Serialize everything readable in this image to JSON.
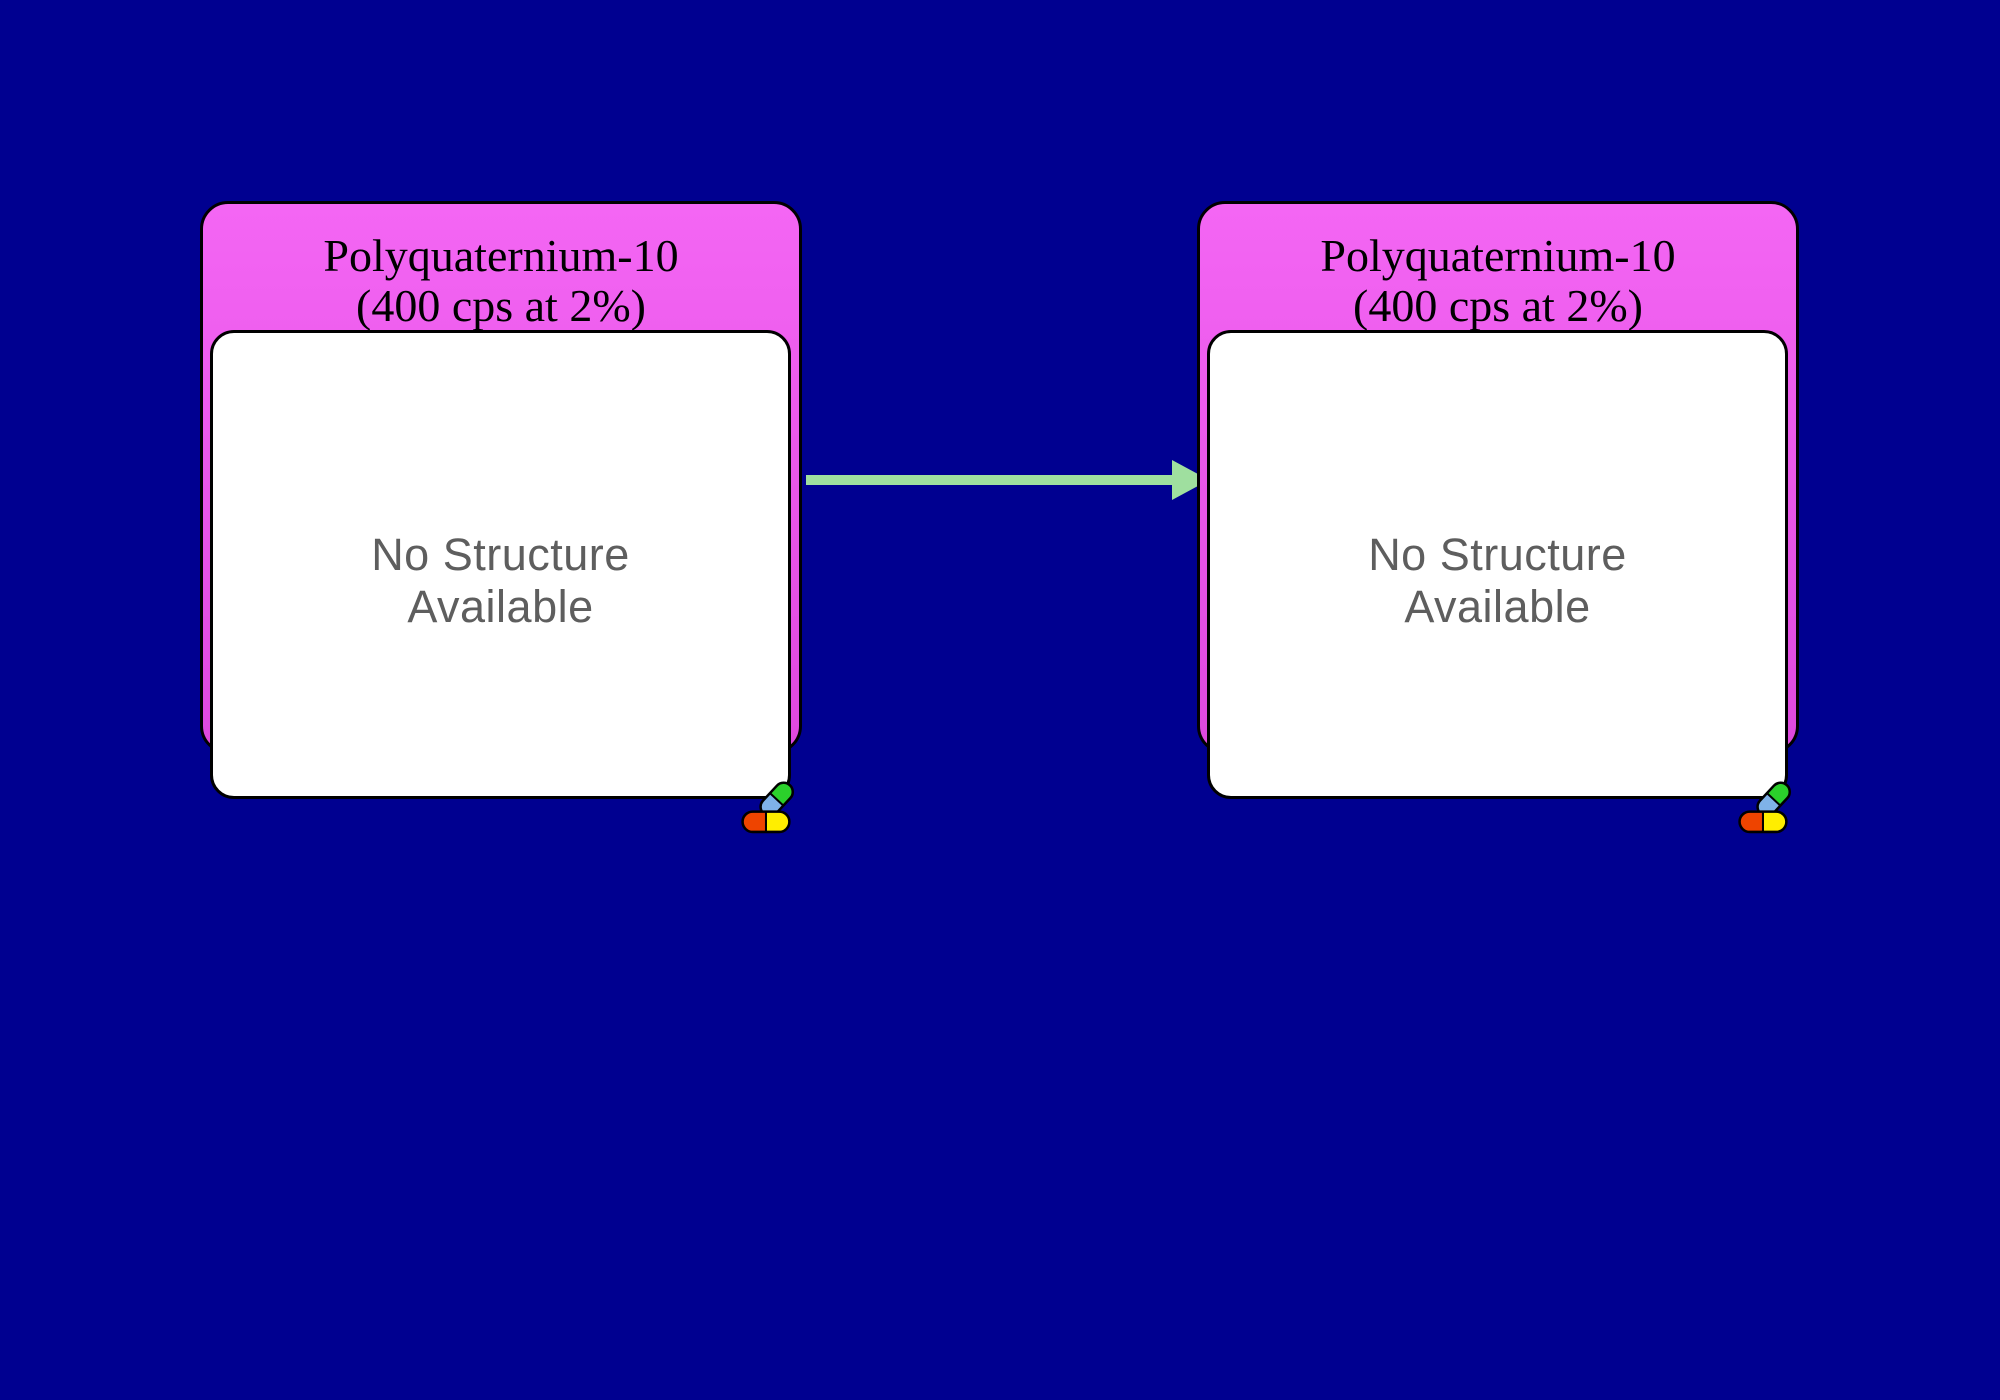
{
  "canvas": {
    "kind": "reaction-scheme"
  },
  "nodes": [
    {
      "name": "Polyquaternium-10",
      "qualifier": "(400 cps at 2%)",
      "placeholder_line1": "No Structure",
      "placeholder_line2": "Available",
      "icon": "pill-icon"
    },
    {
      "name": "Polyquaternium-10",
      "qualifier": "(400 cps at 2%)",
      "placeholder_line1": "No Structure",
      "placeholder_line2": "Available",
      "icon": "pill-icon"
    }
  ],
  "arrow": {
    "direction": "right",
    "from": "node-0",
    "to": "node-1"
  },
  "colors": {
    "canvas_bg": "#000090",
    "header_magenta_top": "#F466F4",
    "header_magenta_bottom": "#DE48DE",
    "node_bg": "#FFFFFF",
    "node_border": "#000000",
    "header_text": "#000000",
    "placeholder_text": "#5E5E5E",
    "arrow_green": "#9FDF9F",
    "pill_orange": "#EE4400",
    "pill_yellow": "#FFEE00",
    "pill_green": "#2BD02B",
    "pill_blue": "#7FB2E8"
  }
}
